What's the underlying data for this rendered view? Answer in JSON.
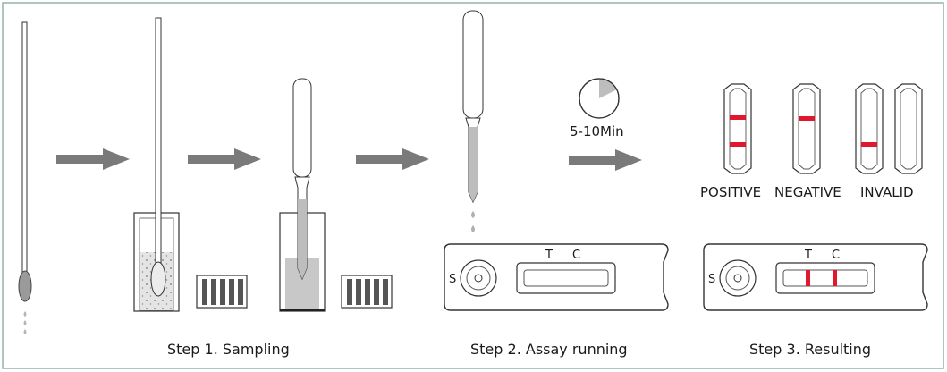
{
  "steps": {
    "s1": "Step 1. Sampling",
    "s2": "Step 2. Assay running",
    "s3": "Step 3. Resulting"
  },
  "timer": {
    "label": "5-10Min"
  },
  "cassette": {
    "s": "S",
    "t": "T",
    "c": "C"
  },
  "results": {
    "positive": "POSITIVE",
    "negative": "NEGATIVE",
    "invalid": "INVALID"
  },
  "colors": {
    "frame": "#8fb5a3",
    "arrow": "#7a7a7a",
    "line": "#333333",
    "band": "#e0182d",
    "liquid": "#c8c8c8"
  }
}
